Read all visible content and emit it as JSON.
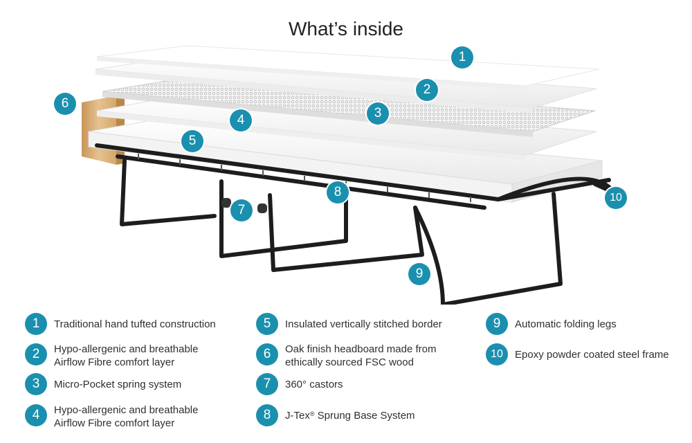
{
  "title": "What’s inside",
  "callouts": [
    {
      "num": "1"
    },
    {
      "num": "2"
    },
    {
      "num": "3"
    },
    {
      "num": "4"
    },
    {
      "num": "5"
    },
    {
      "num": "6"
    },
    {
      "num": "7"
    },
    {
      "num": "8"
    },
    {
      "num": "9"
    },
    {
      "num": "10"
    }
  ],
  "legend": [
    {
      "num": "1",
      "line1": "Traditional hand tufted construction",
      "line2": ""
    },
    {
      "num": "2",
      "line1": "Hypo-allergenic and breathable",
      "line2": "Airflow Fibre comfort layer"
    },
    {
      "num": "3",
      "line1": "Micro-Pocket spring system",
      "line2": ""
    },
    {
      "num": "4",
      "line1": "Hypo-allergenic and breathable",
      "line2": "Airflow Fibre comfort layer"
    },
    {
      "num": "5",
      "line1": "Insulated vertically stitched border",
      "line2": ""
    },
    {
      "num": "6",
      "line1": "Oak finish headboard made from",
      "line2": "ethically sourced FSC wood"
    },
    {
      "num": "7",
      "line1": "360° castors",
      "line2": ""
    },
    {
      "num": "8",
      "line1": "J-Tex",
      "sup": "®",
      "line1b": " Sprung Base System",
      "line2": ""
    },
    {
      "num": "9",
      "line1": "Automatic folding legs",
      "line2": ""
    },
    {
      "num": "10",
      "line1": "Epoxy powder coated steel frame",
      "line2": ""
    }
  ],
  "colors": {
    "badge": "#1b8fae",
    "frame": "#1d1d1d",
    "headboard": "#d9b27c"
  }
}
